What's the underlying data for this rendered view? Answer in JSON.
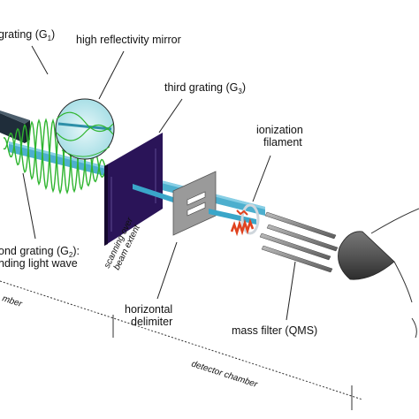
{
  "labels": {
    "first_grating": "grating (G",
    "first_grating_sub": "1",
    "first_grating_end": ")",
    "mirror": "high reflectivity mirror",
    "third_grating": "third grating (G",
    "third_grating_sub": "3",
    "third_grating_end": ")",
    "ionization_line1": "ionization",
    "ionization_line2": "filament",
    "second_grating_line1": "ond grating (G",
    "second_grating_sub": "2",
    "second_grating_end": "):",
    "second_grating_line2": "nding light wave",
    "scanning_line1": "scanning over",
    "scanning_line2": "beam extent",
    "horizontal_line1": "horizontal",
    "horizontal_line2": "delimiter",
    "mass_filter": "mass filter (QMS)",
    "source_chamber": "mber",
    "detector_chamber": "detector chamber"
  },
  "colors": {
    "beam": "#3aa6c9",
    "wave": "#2fb52f",
    "grating3": "#2a1458",
    "filament": "#e0421e",
    "rods": "#8a8a8a",
    "delimiter": "#9a9a9a"
  }
}
